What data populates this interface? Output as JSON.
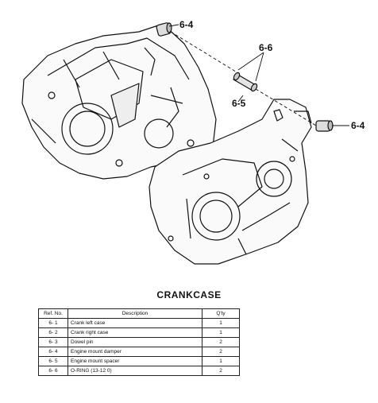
{
  "callouts": {
    "top_left": "6-4",
    "spacer_group": "6-6",
    "spacer": "6-5",
    "right": "6-4"
  },
  "title": "CRANKCASE",
  "table": {
    "headers": [
      "Ref. No.",
      "Description",
      "Q'ty"
    ],
    "rows": [
      {
        "ref": "6- 1",
        "description": "Crank left case",
        "qty": "1"
      },
      {
        "ref": "6- 2",
        "description": "Crank right case",
        "qty": "1"
      },
      {
        "ref": "6- 3",
        "description": "Dowel pin",
        "qty": "2"
      },
      {
        "ref": "6- 4",
        "description": "Engine mount damper",
        "qty": "2"
      },
      {
        "ref": "6- 5",
        "description": "Engine mount spacer",
        "qty": "1"
      },
      {
        "ref": "6- 6",
        "description": "O-RING (13-12 0)",
        "qty": "2"
      }
    ]
  }
}
